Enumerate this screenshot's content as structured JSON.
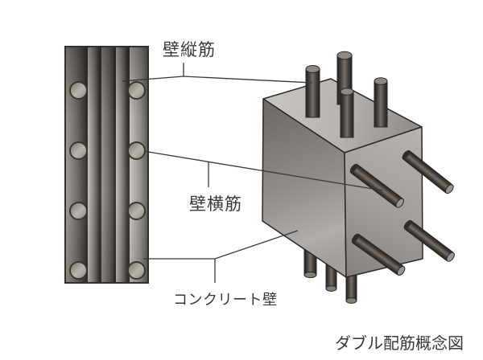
{
  "figure": {
    "caption": "ダブル配筋概念図",
    "labels": {
      "vertical_rebar": "壁縦筋",
      "horizontal_rebar": "壁横筋",
      "concrete_wall": "コンクリート壁"
    },
    "colors": {
      "background": "#ffffff",
      "line": "#3b3734",
      "text": "#3b3734",
      "outline": "#2b2724",
      "concrete_light": "#c9c6c1",
      "concrete_mid": "#a29e9a",
      "concrete_dark": "#3a3633",
      "rebar_dark": "#262220",
      "rebar_mid": "#776f68",
      "rebar_cap": "#8e8983"
    },
    "wall_section": {
      "rebar_rows": 4,
      "rebar_columns": 2
    },
    "concrete_block": {
      "top_rebars": 4,
      "bottom_rebars": 3,
      "side_rebars": 4
    }
  }
}
